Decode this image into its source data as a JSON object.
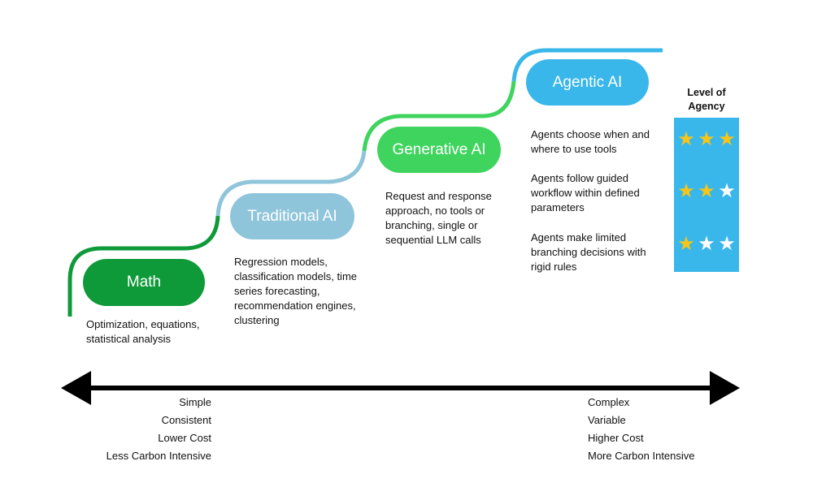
{
  "stages": [
    {
      "label": "Math",
      "color": "#0f9a3a",
      "description": "Optimization, equations,\nstatistical analysis"
    },
    {
      "label": "Traditional AI",
      "color": "#8ec5da",
      "description": "Regression models,\nclassification models, time\nseries forecasting,\nrecommendation engines,\nclustering"
    },
    {
      "label": "Generative AI",
      "color": "#3fd45e",
      "description": "Request and response\napproach, no tools or\nbranching, single or\nsequential LLM calls"
    },
    {
      "label": "Agentic AI",
      "color": "#39b7ea",
      "description": ""
    }
  ],
  "agency": {
    "title": "Level of\nAgency",
    "box_color": "#39b7ea",
    "star_filled_color": "#f5c518",
    "star_empty_color": "#ffffff",
    "levels": [
      {
        "text": "Agents choose when and\nwhere to use tools",
        "stars": 3
      },
      {
        "text": "Agents follow guided\nworkflow within defined\nparameters",
        "stars": 2
      },
      {
        "text": "Agents make limited\nbranching decisions with\nrigid rules",
        "stars": 1
      }
    ],
    "max_stars": 3
  },
  "axis": {
    "left_traits": [
      "Simple",
      "Consistent",
      "Lower Cost",
      "Less Carbon Intensive"
    ],
    "right_traits": [
      "Complex",
      "Variable",
      "Higher Cost",
      "More Carbon Intensive"
    ]
  },
  "colors": {
    "math_green": "#0f9a3a",
    "traditional_blue": "#8ec5da",
    "generative_green": "#3fd45e",
    "agentic_blue": "#39b7ea",
    "axis_black": "#000000"
  }
}
